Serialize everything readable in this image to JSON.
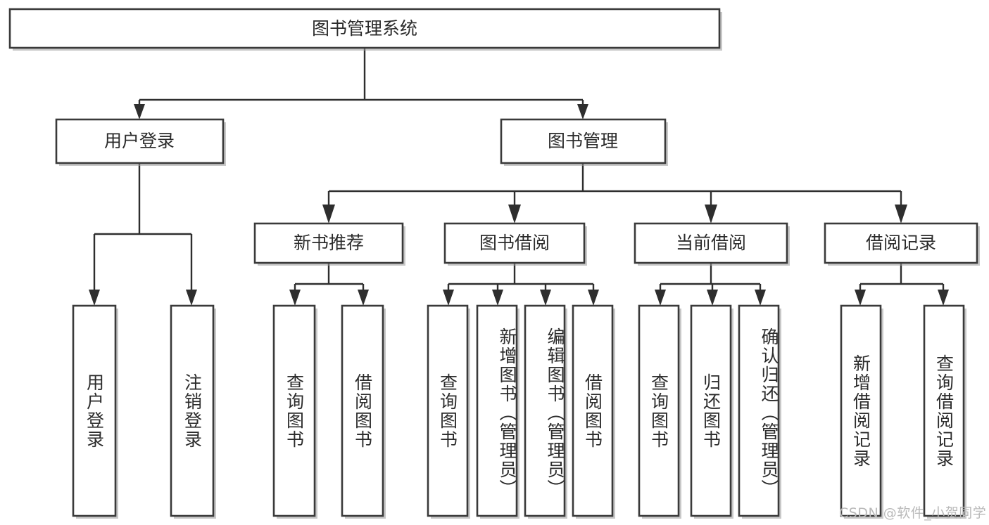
{
  "diagram": {
    "type": "tree",
    "title": "图书管理系统",
    "root": {
      "id": "root",
      "label": "图书管理系统",
      "orientation": "horizontal"
    },
    "level2": [
      {
        "id": "user-login",
        "label": "用户登录",
        "orientation": "horizontal"
      },
      {
        "id": "book-manage",
        "label": "图书管理",
        "orientation": "horizontal"
      }
    ],
    "level3": [
      {
        "id": "new-book-recommend",
        "label": "新书推荐",
        "orientation": "horizontal",
        "parent": "book-manage"
      },
      {
        "id": "book-borrow",
        "label": "图书借阅",
        "orientation": "horizontal",
        "parent": "book-manage"
      },
      {
        "id": "current-borrow",
        "label": "当前借阅",
        "orientation": "horizontal",
        "parent": "book-manage"
      },
      {
        "id": "borrow-record",
        "label": "借阅记录",
        "orientation": "horizontal",
        "parent": "book-manage"
      }
    ],
    "leaves": [
      {
        "id": "leaf-user-login",
        "label": "用户登录",
        "orientation": "vertical",
        "parent": "user-login"
      },
      {
        "id": "leaf-user-logout",
        "label": "注销登录",
        "orientation": "vertical",
        "parent": "user-login"
      },
      {
        "id": "leaf-query-book-1",
        "label": "查询图书",
        "orientation": "vertical",
        "parent": "new-book-recommend"
      },
      {
        "id": "leaf-borrow-book-1",
        "label": "借阅图书",
        "orientation": "vertical",
        "parent": "new-book-recommend"
      },
      {
        "id": "leaf-query-book-2",
        "label": "查询图书",
        "orientation": "vertical",
        "parent": "book-borrow"
      },
      {
        "id": "leaf-add-book",
        "label": "新增图书（管理员）",
        "orientation": "vertical",
        "parent": "book-borrow"
      },
      {
        "id": "leaf-edit-book",
        "label": "编辑图书（管理员）",
        "orientation": "vertical",
        "parent": "book-borrow"
      },
      {
        "id": "leaf-borrow-book-2",
        "label": "借阅图书",
        "orientation": "vertical",
        "parent": "book-borrow"
      },
      {
        "id": "leaf-query-book-3",
        "label": "查询图书",
        "orientation": "vertical",
        "parent": "current-borrow"
      },
      {
        "id": "leaf-return-book",
        "label": "归还图书",
        "orientation": "vertical",
        "parent": "current-borrow"
      },
      {
        "id": "leaf-confirm-return",
        "label": "确认归还（管理员）",
        "orientation": "vertical",
        "parent": "current-borrow"
      },
      {
        "id": "leaf-add-record",
        "label": "新增借阅记录",
        "orientation": "vertical",
        "parent": "borrow-record"
      },
      {
        "id": "leaf-query-record",
        "label": "查询借阅记录",
        "orientation": "vertical",
        "parent": "borrow-record"
      }
    ],
    "colors": {
      "box_stroke": "#3a3a3a",
      "connector": "#2e2e2e",
      "text": "#2b2b2b",
      "background": "#ffffff",
      "watermark": "#b9b9b9"
    }
  },
  "watermark": {
    "text": "CSDN @软件_小贺同学"
  }
}
